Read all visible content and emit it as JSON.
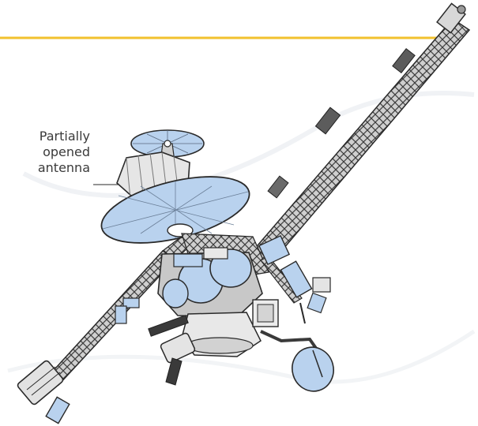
{
  "figure": {
    "callout": {
      "lines": [
        "Partially",
        "opened",
        "antenna"
      ]
    }
  },
  "colors": {
    "accent_rule": "#f2c12e",
    "panel_blue": "#b9d2ee",
    "outline": "#2a2a2a",
    "truss_gray": "#8e8e8e",
    "body_light": "#e8e8e8",
    "body_mid": "#bdbdbd",
    "dark": "#3a3a3a"
  }
}
